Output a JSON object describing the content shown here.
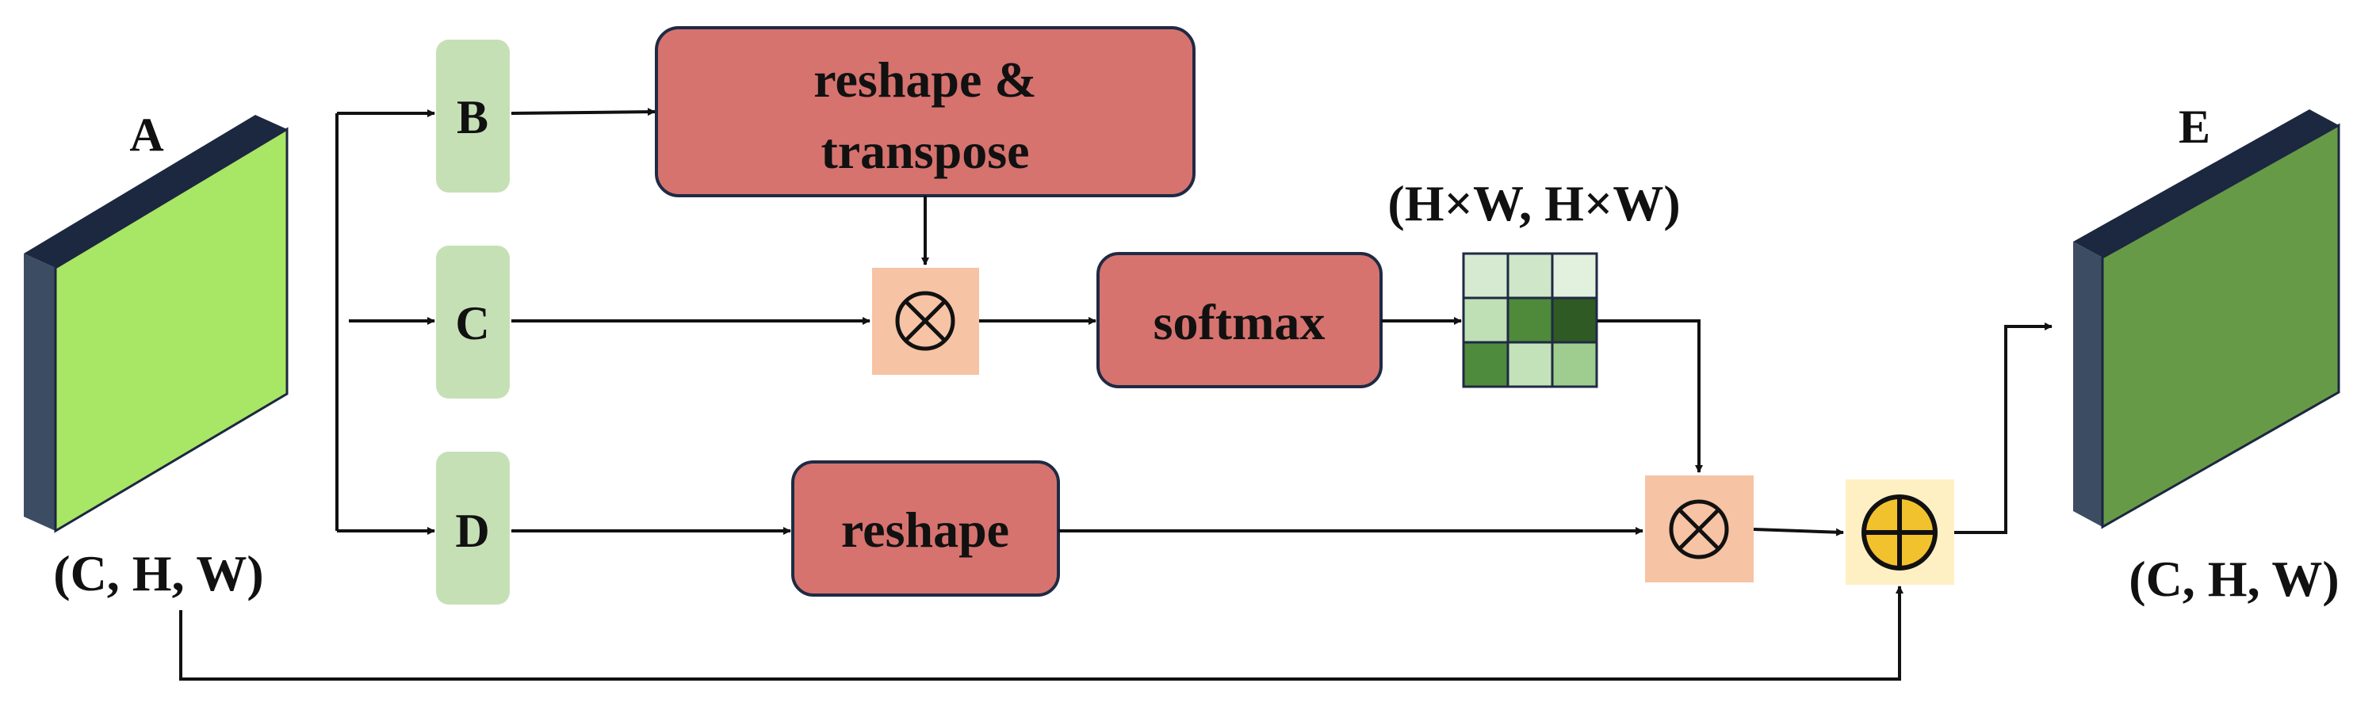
{
  "tensors": {
    "input": {
      "label": "A",
      "shape": "(C, H, W)"
    },
    "output": {
      "label": "E",
      "shape": "(C, H, W)"
    }
  },
  "branches": [
    "B",
    "C",
    "D"
  ],
  "ops": {
    "reshape_transpose": [
      "reshape &",
      "transpose"
    ],
    "softmax": "softmax",
    "reshape": "reshape"
  },
  "attention": {
    "shape": "(H×W, H×W)",
    "grid_cells": [
      [
        "#d6ead2",
        "#cfe6c8",
        "#e2f0de"
      ],
      [
        "#bfe0b4",
        "#4e8a3a",
        "#2f5a24"
      ],
      [
        "#4f8b3c",
        "#c3e2ba",
        "#9fcd90"
      ]
    ]
  },
  "colors": {
    "op_box": "#d6736f",
    "op_border": "#1f2a44",
    "branch_box": "#c6e0b6",
    "multiply_bg": "#f6c3a5",
    "add_bg": "#fff0c4",
    "add_fill": "#f2c22e",
    "input_face": "#a8e665",
    "output_face": "#679a47",
    "slab_side": "#3c4c63",
    "slab_top": "#1c2740"
  },
  "icons": {
    "multiply": "circle-times-icon",
    "add": "circle-plus-icon"
  }
}
